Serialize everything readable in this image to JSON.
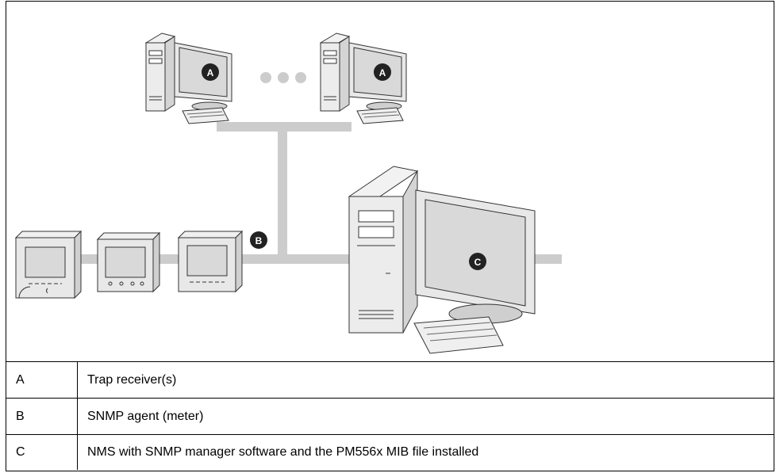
{
  "diagram": {
    "markers": {
      "trap_receiver": "A",
      "snmp_agent": "B",
      "nms": "C"
    }
  },
  "legend": [
    {
      "key": "A",
      "description": "Trap receiver(s)"
    },
    {
      "key": "B",
      "description": "SNMP agent (meter)"
    },
    {
      "key": "C",
      "description": "NMS with SNMP manager software and the PM556x MIB file installed"
    }
  ],
  "colors": {
    "network_line": "#cccccc",
    "screen": "#d9d9d9",
    "badge": "#222222"
  }
}
